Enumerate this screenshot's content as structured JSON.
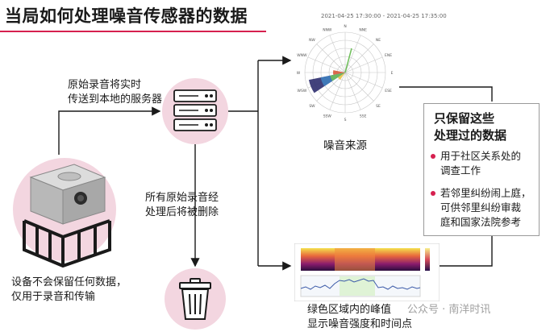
{
  "title": "当局如何处理噪音传感器的数据",
  "colors": {
    "accent": "#d6204f",
    "arrow": "#1a1a1a",
    "circle": "#f3d6e0"
  },
  "labels": {
    "upload_line1": "原始录音将实时",
    "upload_line2": "传送到本地的服务器",
    "delete_line1": "所有原始录音经",
    "delete_line2": "处理后将被删除",
    "device_line1": "设备不会保留任何数据，",
    "device_line2": "仅用于录音和传输",
    "source_label": "噪音来源",
    "spectro_line1": "绿色区域内的峰值",
    "spectro_line2": "显示噪音强度和时间点",
    "polar_header": "2021-04-25 17:30:00 - 2021-04-25 17:35:00"
  },
  "panel": {
    "title_line1": "只保留这些",
    "title_line2": "处理过的数据",
    "bullet1_line1": "用于社区关系处的",
    "bullet1_line2": "调查工作",
    "bullet2_line1": "若邻里纠纷闹上庭，",
    "bullet2_line2": "可供邻里纠纷审裁",
    "bullet2_line3": "庭和国家法院参考"
  },
  "compass": [
    "N",
    "NNE",
    "NE",
    "ENE",
    "E",
    "ESE",
    "SE",
    "SSE",
    "S",
    "SSW",
    "SW",
    "WSW",
    "W",
    "WNW",
    "NW",
    "NNW"
  ],
  "icons": {
    "server": "server-icon",
    "trash": "trash-can-icon",
    "device": "noise-sensor-device-image",
    "polar": "polar-noise-direction-chart",
    "spectrogram": "spectrogram-chart"
  },
  "watermark": "公众号 · 南洋时讯"
}
